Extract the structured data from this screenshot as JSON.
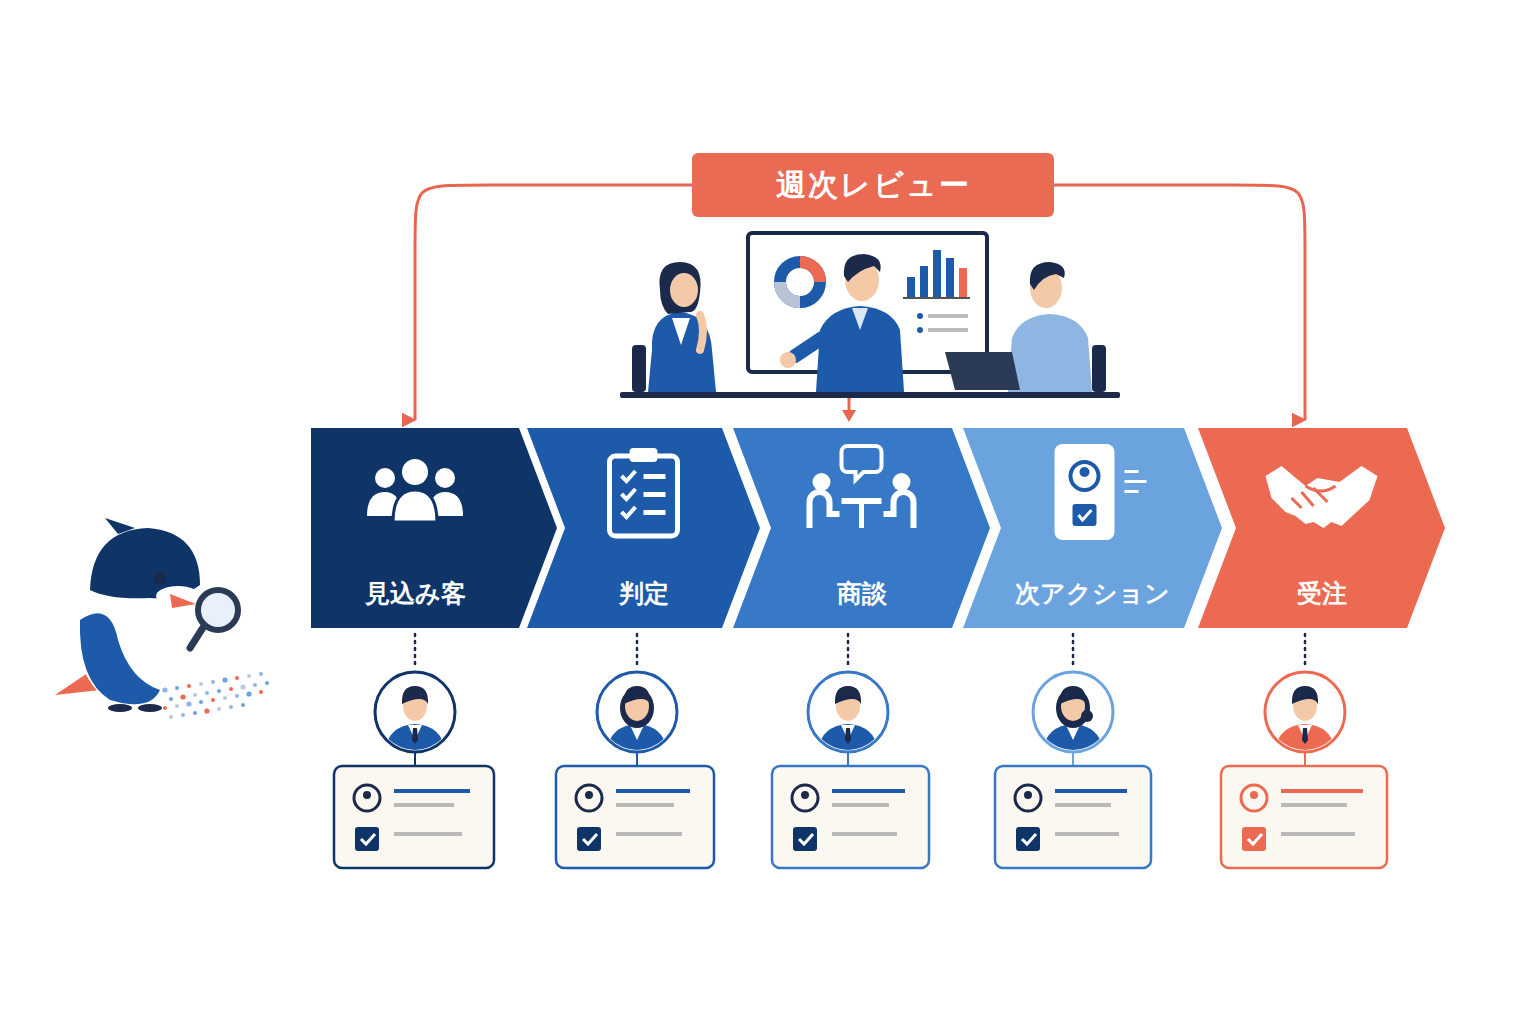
{
  "diagram": {
    "nodes": [
      {
        "text": [
          "週次レビュー"
        ]
      },
      {
        "text": [
          "見込み客"
        ]
      },
      {
        "text": [
          "判定"
        ]
      },
      {
        "text": [
          "商談"
        ]
      },
      {
        "text": [
          "次アクション"
        ]
      },
      {
        "text": [
          "受注"
        ]
      }
    ],
    "edges": [
      {
        "from": 0,
        "to": 1,
        "arrow": "to"
      },
      {
        "from": 0,
        "to": 5,
        "arrow": "to"
      }
    ]
  }
}
